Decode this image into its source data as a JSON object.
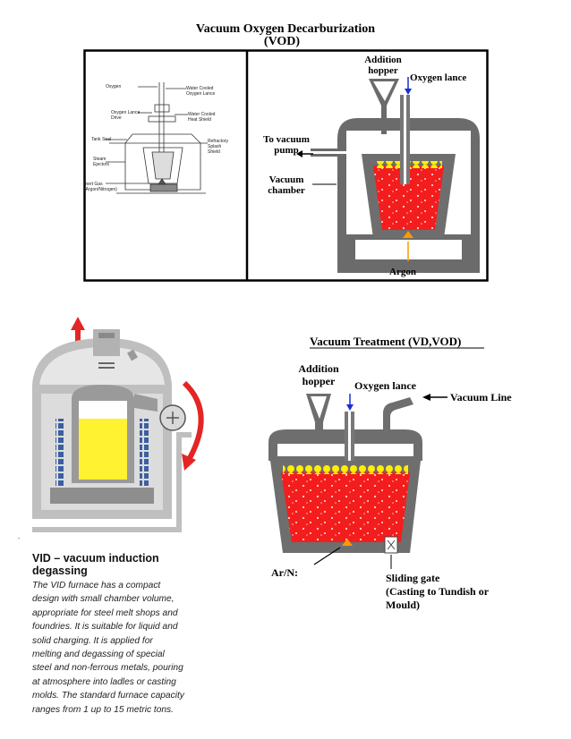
{
  "vod_title_line1": "Vacuum Oxygen Decarburization",
  "vod_title_line2": "(VOD)",
  "left_schematic_labels": {
    "oxygen": "Oxygen",
    "water_cooled_lance": "Water Cooled\nOxygen Lance",
    "lance_drive": "Oxygen Lance\nDrive",
    "heat_shield": "Water Cooled\nHeat Shield",
    "tank_seal": "Tank Seal",
    "splash_shield": "Refractory\nSplash\nShield",
    "steam_ejectors": "Steam\nEjectors",
    "inert_gas": "Inert Gas\n(Argon/Nitrogen)"
  },
  "vod_right_labels": {
    "addition_hopper": "Addition\nhopper",
    "oxygen_lance": "Oxygen lance",
    "to_vacuum_pump": "To vacuum\npump",
    "vacuum_chamber": "Vacuum\nchamber",
    "argon": "Argon"
  },
  "vid": {
    "title": "VID – vacuum induction\ndegassing",
    "body": "The VID furnace has a compact\ndesign with small chamber volume,\nappropriate for steel melt shops and\nfoundries. It is suitable for liquid and\nsolid charging. It is applied for\nmelting and degassing of special\nsteel and non-ferrous metals, pouring\nat atmosphere into ladles or casting\nmolds. The standard furnace capacity\nranges from 1 up to 15 metric tons."
  },
  "vt": {
    "title": "Vacuum Treatment (VD,VOD)",
    "addition_hopper": "Addition\nhopper",
    "oxygen_lance": "Oxygen lance",
    "vacuum_line": "Vacuum Line",
    "ar_n": "Ar/N:",
    "sliding_gate": "Sliding gate\n(Casting to Tundish or\nMould)"
  },
  "colors": {
    "melt_red": "#f41d1d",
    "slag_yellow": "#ffee00",
    "refractory_gray": "#6e6e6e",
    "argon_orange": "#ff9900",
    "arrow_blue": "#1a2fd0",
    "vid_red_arrow": "#e32525",
    "vid_yellow": "#fff230"
  }
}
